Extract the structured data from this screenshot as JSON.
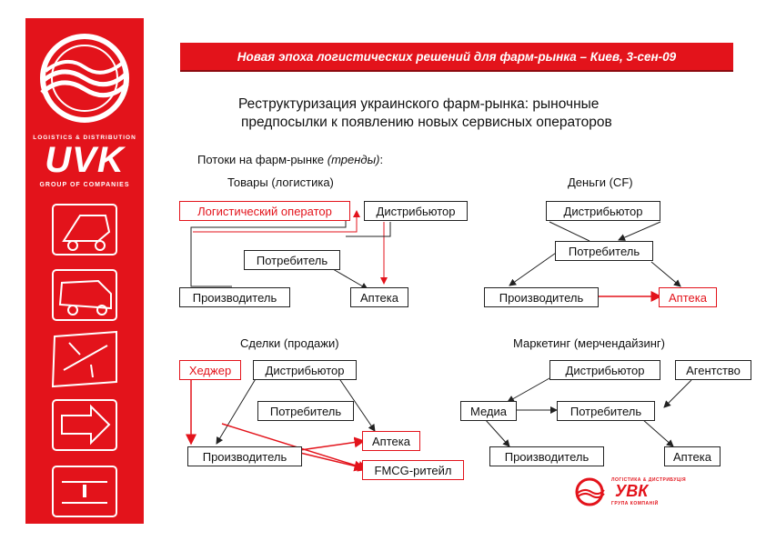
{
  "header": {
    "text": "Новая эпоха логистических решений для фарм-рынка – Киев, 3-сен-09"
  },
  "title": {
    "line1": "Реструктуризация украинского фарм-рынка: рыночные",
    "line2": "предпосылки к появлению новых сервисных операторов"
  },
  "subtitle": {
    "prefix": "Потоки на фарм-рынке",
    "italic": "(тренды)",
    "suffix": ":"
  },
  "sidebar": {
    "logo_subtext_top": "LOGISTICS & DISTRIBUTION",
    "logo_big": "UVK",
    "logo_subtext_bottom": "GROUP OF COMPANIES",
    "icons": [
      "truck-sketch-icon",
      "van-sketch-icon",
      "airplane-sketch-icon",
      "arrow-sketch-icon",
      "warning-sketch-icon"
    ]
  },
  "goods": {
    "title": "Товары (логистика)",
    "logistics_operator": "Логистический оператор",
    "distributor": "Дистрибьютор",
    "consumer": "Потребитель",
    "producer": "Производитель",
    "pharmacy": "Аптека"
  },
  "money": {
    "title": "Деньги (CF)",
    "distributor": "Дистрибьютор",
    "consumer": "Потребитель",
    "producer": "Производитель",
    "pharmacy": "Аптека"
  },
  "deals": {
    "title": "Сделки (продажи)",
    "hedger": "Хеджер",
    "distributor": "Дистрибьютор",
    "consumer": "Потребитель",
    "producer": "Производитель",
    "pharmacy": "Аптека",
    "fmcg": "FMCG-ритейл"
  },
  "marketing": {
    "title": "Маркетинг (мерчендайзинг)",
    "distributor": "Дистрибьютор",
    "agency": "Агентство",
    "media": "Медиа",
    "consumer": "Потребитель",
    "producer": "Производитель",
    "pharmacy": "Аптека"
  },
  "footer": {
    "logo_top": "ЛОГІСТИКА & ДИСТРИБУЦІЯ",
    "logo_big": "УВК",
    "logo_bottom": "ГРУПА КОМПАНІЙ"
  },
  "colors": {
    "brand_red": "#e3131b",
    "line_black": "#222222"
  }
}
